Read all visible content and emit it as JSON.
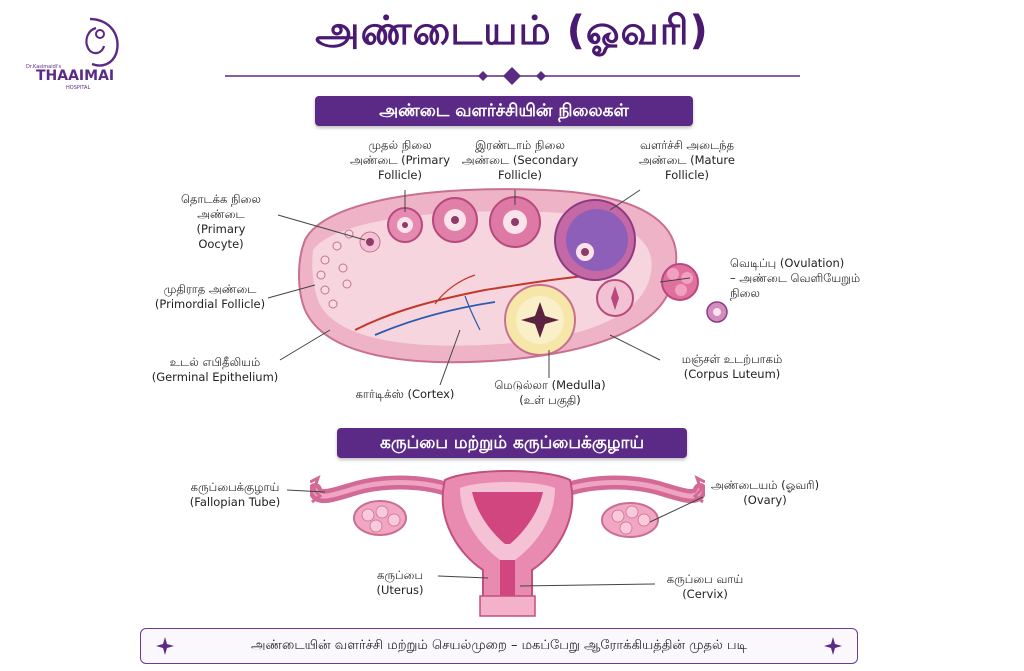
{
  "title": "அண்டையம் (ஓவரி)",
  "logo": {
    "prefix": "Dr.Kasimaidi's",
    "name": "THAAIMAI",
    "sub": "HOSPITAL"
  },
  "section1": "அண்டை வளர்ச்சியின் நிலைகள்",
  "section2": "கருப்பை மற்றும் கருப்பைக்குழாய்",
  "ovary_labels": {
    "primary_follicle": [
      "முதல் நிலை",
      "அண்டை (Primary",
      "Follicle)"
    ],
    "secondary_follicle": [
      "இரண்டாம் நிலை",
      "அண்டை (Secondary",
      "Follicle)"
    ],
    "mature_follicle": [
      "வளர்ச்சி அடைந்த",
      "அண்டை (Mature",
      "Follicle)"
    ],
    "primary_oocyte": [
      "தொடக்க நிலை",
      "அண்டை",
      "(Primary",
      "Oocyte)"
    ],
    "primordial_follicle": [
      "முதிராத அண்டை",
      "(Primordial Follicle)"
    ],
    "germinal_epithelium": [
      "உடல் எபிதீலியம்",
      "(Germinal Epithelium)"
    ],
    "cortex": [
      "கார்டிக்ஸ் (Cortex)"
    ],
    "medulla": [
      "மெடுல்லா (Medulla)",
      "(உள் பகுதி)"
    ],
    "corpus_luteum": [
      "மஞ்சள் உடற்பாகம்",
      "(Corpus Luteum)"
    ],
    "ovulation": [
      "வெடிப்பு (Ovulation)",
      "– அண்டை வெளியேறும்",
      "நிலை"
    ]
  },
  "uterus_labels": {
    "fallopian_tube": [
      "கருப்பைக்குழாய்",
      "(Fallopian Tube)"
    ],
    "ovary": [
      "அண்டையம் (ஓவரி)",
      "(Ovary)"
    ],
    "uterus": [
      "கருப்பை",
      "(Uterus)"
    ],
    "cervix": [
      "கருப்பை வாய்",
      "(Cervix)"
    ]
  },
  "footer": "அண்டையின் வளர்ச்சி மற்றும் செயல்முறை – மகப்பேறு ஆரோக்கியத்தின் முதல் படி",
  "colors": {
    "purple": "#5b2a86",
    "tissue": "#e9a7bd",
    "tissue_dark": "#c9708f",
    "follicle": "#d56a9b"
  }
}
